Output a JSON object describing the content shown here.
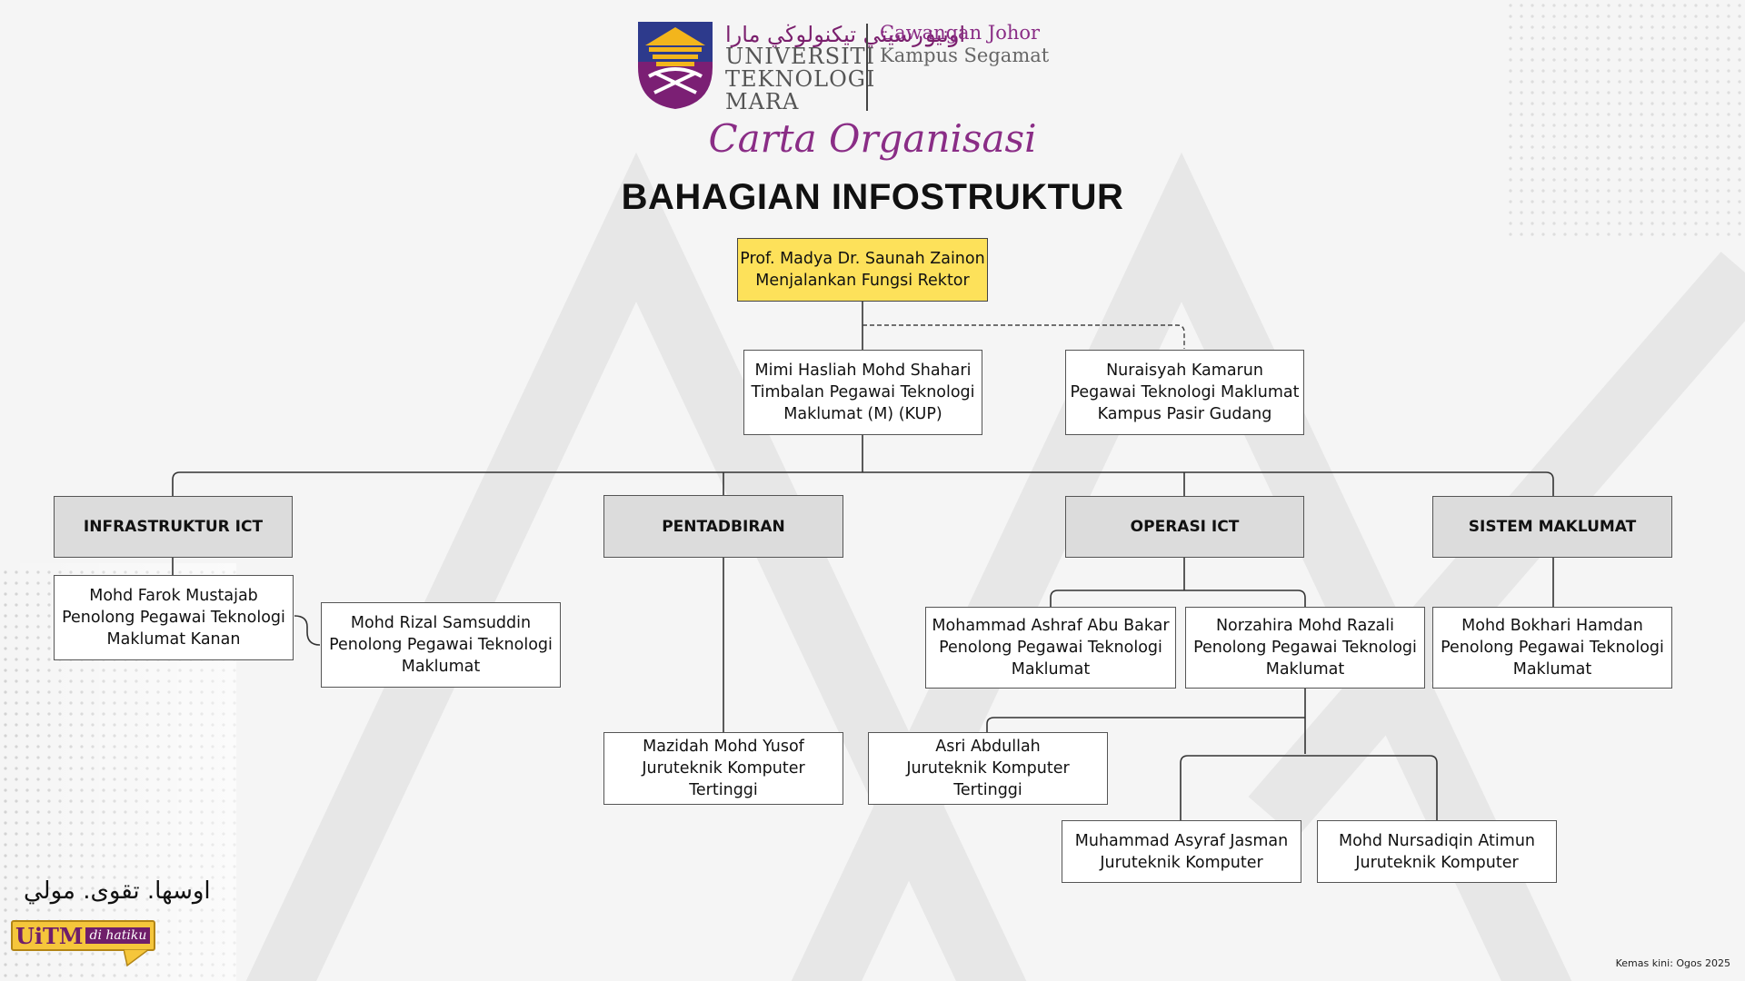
{
  "header": {
    "arabic_name": "اونيۏرسيتي تيكنولوڬي مارا",
    "university_name": [
      "UNIVERSITI",
      "TEKNOLOGI",
      "MARA"
    ],
    "campus_line1": "Cawangan Johor",
    "campus_line2": "Kampus Segamat",
    "subtitle": "Carta Organisasi",
    "title": "BAHAGIAN INFOSTRUKTUR"
  },
  "org": {
    "head": [
      "Prof. Madya Dr. Saunah Zainon",
      "Menjalankan Fungsi Rektor"
    ],
    "deputy": [
      "Mimi Hasliah Mohd Shahari",
      "Timbalan Pegawai Teknologi",
      "Maklumat (M) (KUP)"
    ],
    "pasir_gudang": [
      "Nuraisyah Kamarun",
      "Pegawai Teknologi Maklumat",
      "Kampus Pasir Gudang"
    ],
    "departments": {
      "infrastruktur": "INFRASTRUKTUR ICT",
      "pentadbiran": "PENTADBIRAN",
      "operasi": "OPERASI ICT",
      "sistem": "SISTEM MAKLUMAT"
    },
    "staff": {
      "farok": [
        "Mohd Farok Mustajab",
        "Penolong Pegawai Teknologi",
        "Maklumat Kanan"
      ],
      "rizal": [
        "Mohd Rizal Samsuddin",
        "Penolong Pegawai Teknologi",
        "Maklumat"
      ],
      "mazidah": [
        "Mazidah Mohd Yusof",
        "Juruteknik Komputer",
        "Tertinggi"
      ],
      "ashraf": [
        "Mohammad Ashraf Abu Bakar",
        "Penolong Pegawai Teknologi",
        "Maklumat"
      ],
      "norzahira": [
        "Norzahira Mohd Razali",
        "Penolong Pegawai Teknologi",
        "Maklumat"
      ],
      "bokhari": [
        "Mohd Bokhari Hamdan",
        "Penolong Pegawai Teknologi",
        "Maklumat"
      ],
      "asri": [
        "Asri Abdullah",
        "Juruteknik Komputer",
        "Tertinggi"
      ],
      "asyraf": [
        "Muhammad Asyraf Jasman",
        "Juruteknik Komputer"
      ],
      "nursadiqin": [
        "Mohd Nursadiqin Atimun",
        "Juruteknik Komputer"
      ]
    }
  },
  "footer": {
    "motto_arabic": "اوسها. تقوى. مولي",
    "badge_main": "UiTM",
    "badge_script": "di hatiku",
    "updated": "Kemas kini: Ogos 2025"
  },
  "colors": {
    "head_box": "#fde15a",
    "department_box": "#dcdcdc",
    "brand_purple": "#8a2d86",
    "connector": "#333333"
  }
}
